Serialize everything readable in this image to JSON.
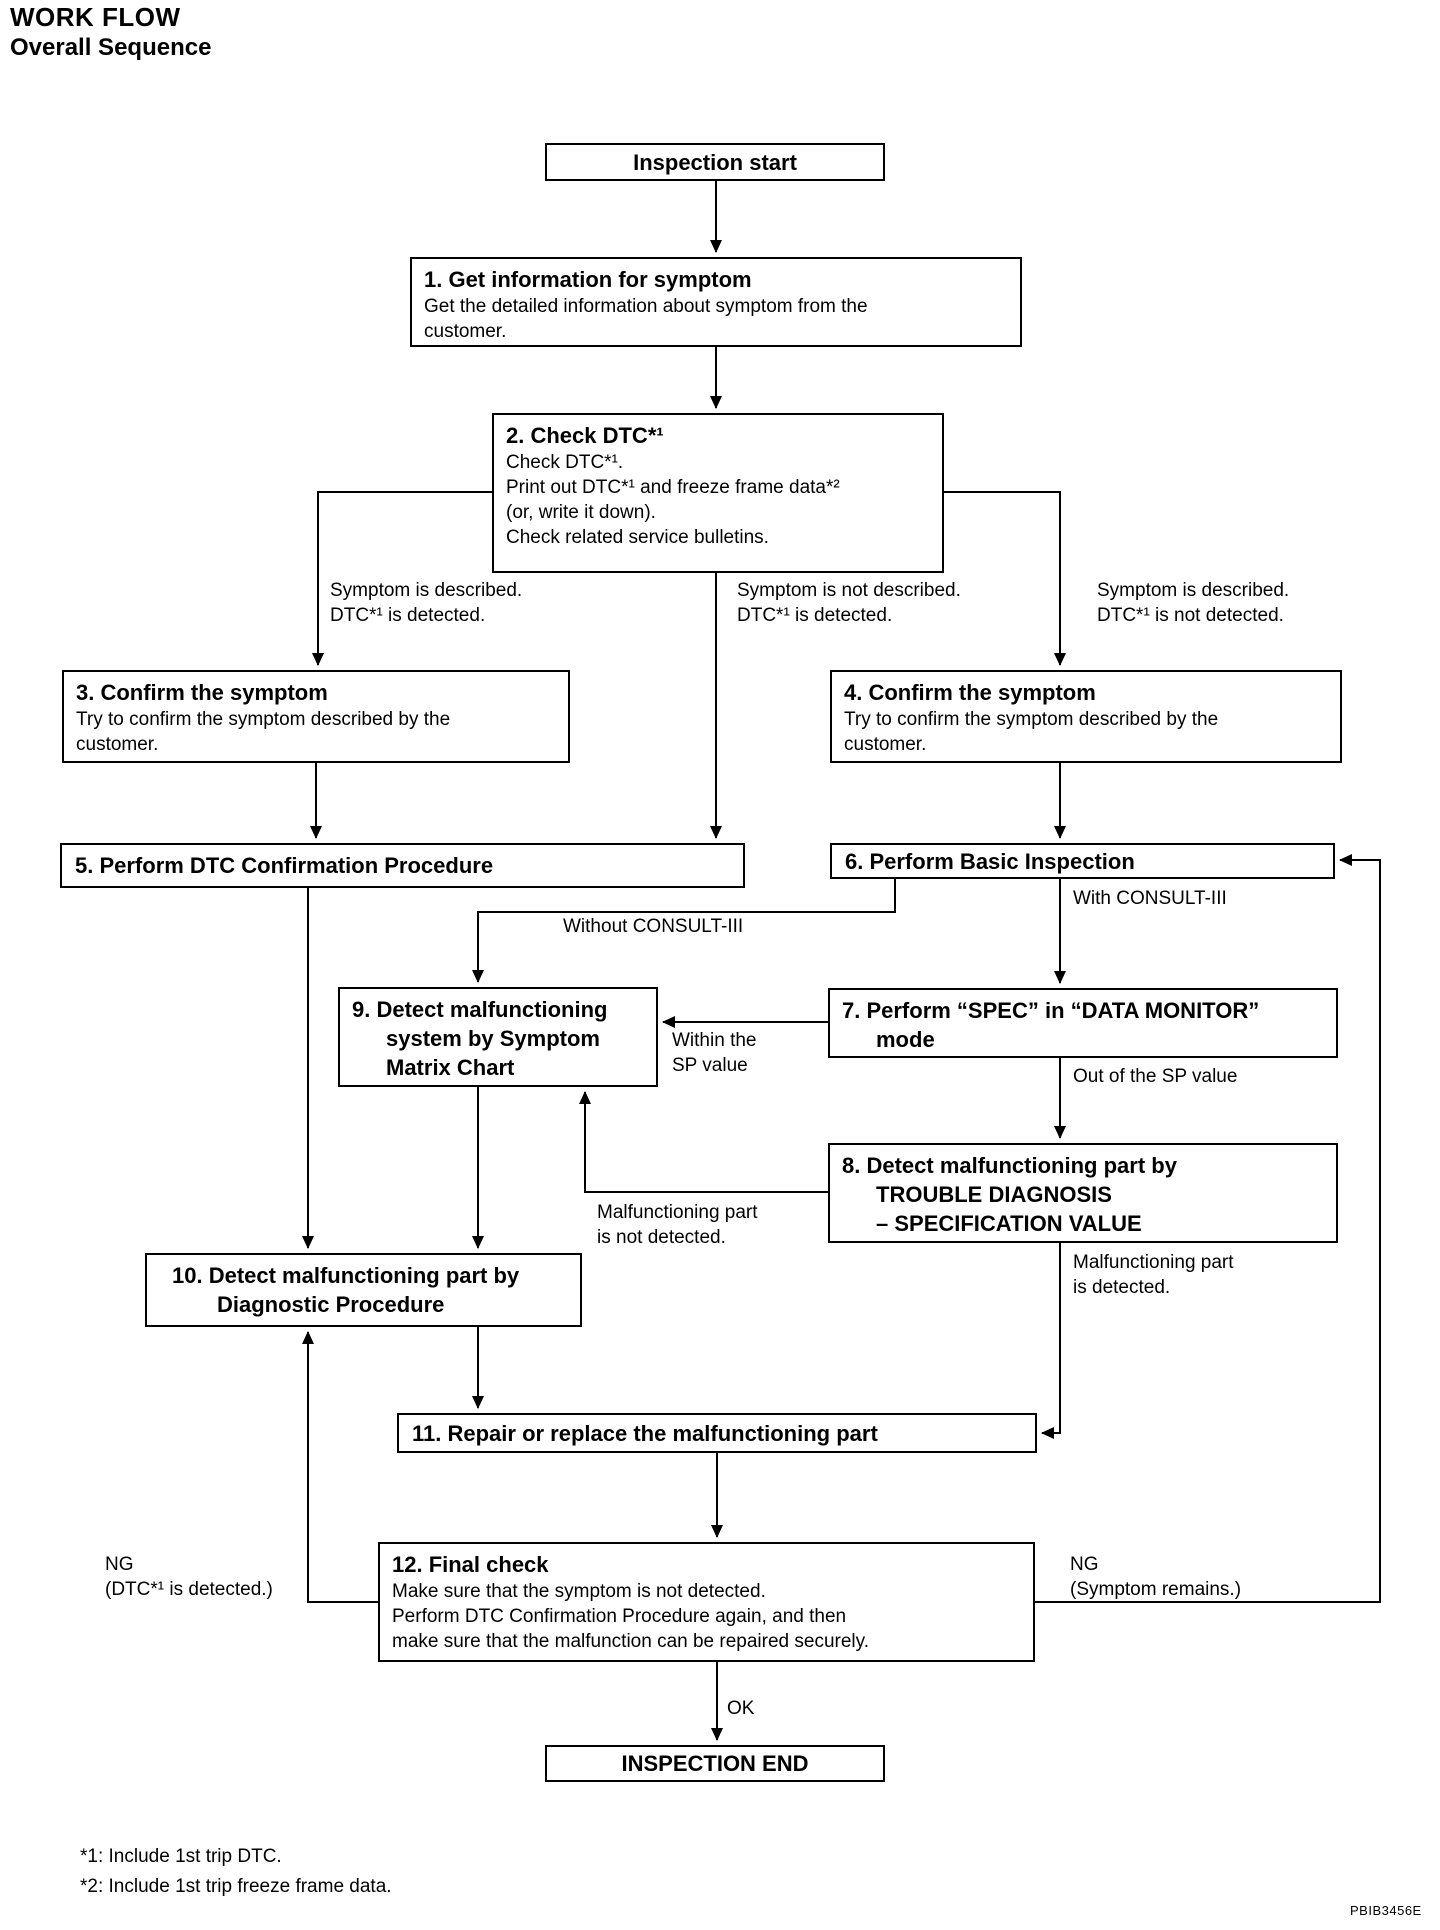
{
  "page": {
    "title_line1": "WORK FLOW",
    "title_line2": "Overall Sequence",
    "footnote1": "*1: Include 1st trip DTC.",
    "footnote2": "*2: Include 1st trip freeze frame data.",
    "doc_code": "PBIB3456E"
  },
  "nodes": {
    "start": {
      "label": "Inspection start"
    },
    "b1": {
      "title": "1. Get information for symptom",
      "body": [
        "Get the detailed information about symptom from the",
        "customer."
      ]
    },
    "b2": {
      "title": "2. Check DTC*¹",
      "body": [
        "Check DTC*¹.",
        "Print out DTC*¹ and freeze frame data*²",
        "(or, write it down).",
        "Check related service bulletins."
      ]
    },
    "b3": {
      "title": "3. Confirm the symptom",
      "body": [
        "Try to confirm the symptom described by the",
        "customer."
      ]
    },
    "b4": {
      "title": "4. Confirm the symptom",
      "body": [
        "Try to confirm the symptom described by the",
        "customer."
      ]
    },
    "b5": {
      "title": "5. Perform DTC Confirmation Procedure"
    },
    "b6": {
      "title": "6. Perform Basic Inspection"
    },
    "b7": {
      "title_lines": [
        "7. Perform “SPEC” in “DATA MONITOR”",
        "mode"
      ]
    },
    "b8": {
      "title_lines": [
        "8. Detect malfunctioning part by",
        "TROUBLE DIAGNOSIS",
        "– SPECIFICATION VALUE"
      ]
    },
    "b9": {
      "title_lines": [
        "9. Detect malfunctioning",
        "system by Symptom",
        "Matrix Chart"
      ]
    },
    "b10": {
      "title_lines": [
        "10. Detect malfunctioning part by",
        "Diagnostic Procedure"
      ]
    },
    "b11": {
      "title": "11. Repair or replace the malfunctioning part"
    },
    "b12": {
      "title": "12. Final check",
      "body": [
        "Make sure that the symptom is not detected.",
        "Perform DTC Confirmation Procedure again, and then",
        "make sure that the malfunction can be repaired securely."
      ]
    },
    "end": {
      "label": "INSPECTION END"
    }
  },
  "edge_labels": {
    "left_branch": [
      "Symptom is described.",
      "DTC*¹ is detected."
    ],
    "mid_branch": [
      "Symptom is not described.",
      "DTC*¹ is detected."
    ],
    "right_branch": [
      "Symptom is described.",
      "DTC*¹ is not detected."
    ],
    "with_consult": "With CONSULT-III",
    "without_consult": "Without CONSULT-III",
    "within_sp": [
      "Within the",
      "SP value"
    ],
    "out_sp": "Out of the SP value",
    "part_not_detected": [
      "Malfunctioning part",
      "is not detected."
    ],
    "part_detected": [
      "Malfunctioning part",
      "is detected."
    ],
    "ng_left": [
      "NG",
      "(DTC*¹ is detected.)"
    ],
    "ng_right": [
      "NG",
      "(Symptom remains.)"
    ],
    "ok": "OK"
  }
}
